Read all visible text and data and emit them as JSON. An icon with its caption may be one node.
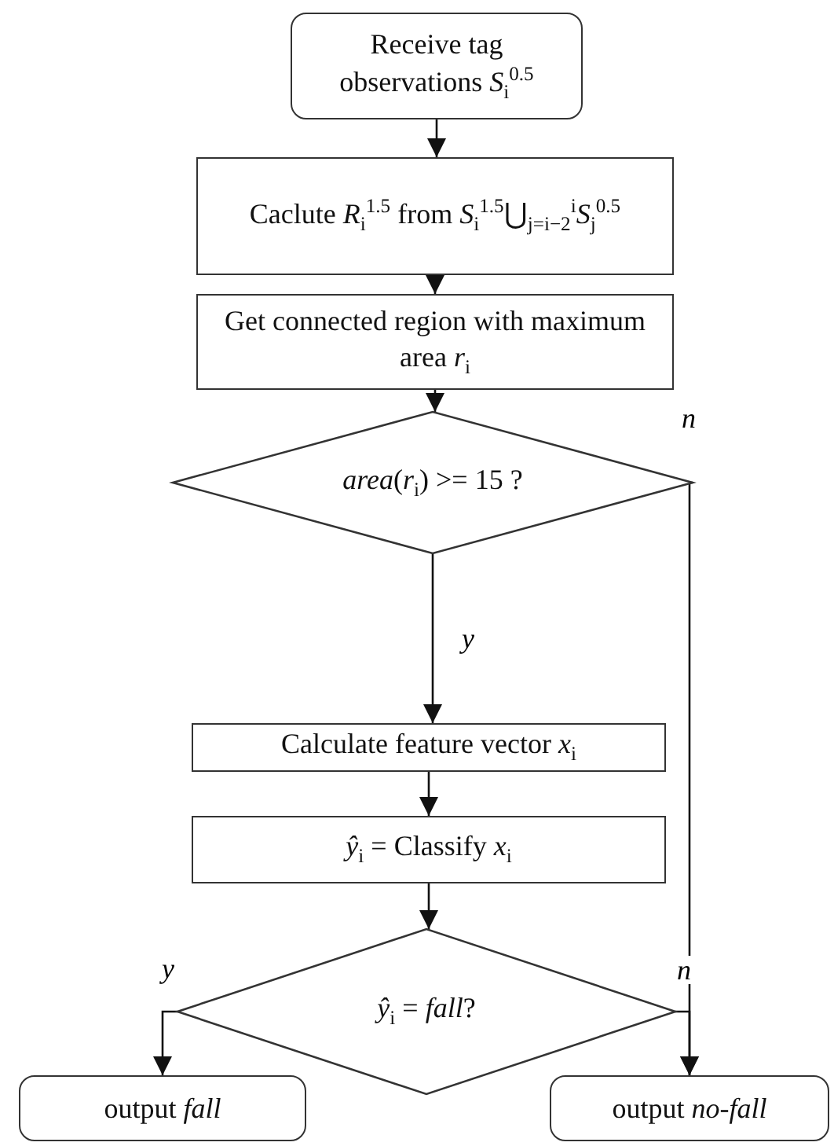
{
  "diagram": {
    "nodes": [
      {
        "text": [
          "Receive tag observations *S*$_{i}$$^{0.5}$"
        ]
      },
      {
        "text": [
          "Caclute *R*$_{i}$$^{1.5}$ from *S*$_{i}$$^{1.5}$⋃$_{j=i−2}$$^{i}$*S*$_{j}$$^{0.5}$"
        ]
      },
      {
        "text": [
          "Get connected region with maximum area *r*$_{i}$"
        ]
      },
      {
        "text": [
          "*area*(*r*$_{i}$) >= 15 ?"
        ]
      },
      {
        "text": [
          "Calculate feature vector *x*$_{i}$"
        ]
      },
      {
        "text": [
          "*ŷ*$_{i}$ = Classify *x*$_{i}$"
        ]
      },
      {
        "text": [
          "*ŷ*$_{i}$ = *fall*?"
        ]
      },
      {
        "text": [
          "output *fall*"
        ]
      },
      {
        "text": [
          "output *no-fall*"
        ]
      }
    ],
    "edges": [
      {
        "from": 0,
        "to": 1,
        "arrow": "to"
      },
      {
        "from": 1,
        "to": 2,
        "arrow": "to"
      },
      {
        "from": 2,
        "to": 3,
        "arrow": "to"
      },
      {
        "from": 3,
        "to": 4,
        "label": "y",
        "arrow": "to"
      },
      {
        "from": 4,
        "to": 5,
        "arrow": "to"
      },
      {
        "from": 5,
        "to": 6,
        "arrow": "to"
      },
      {
        "from": 6,
        "to": 7,
        "label": "y",
        "arrow": "to"
      },
      {
        "from": 6,
        "to": 8,
        "label": "n",
        "arrow": "to"
      },
      {
        "from": 3,
        "to": 8,
        "label": "n",
        "arrow": "to"
      }
    ]
  }
}
